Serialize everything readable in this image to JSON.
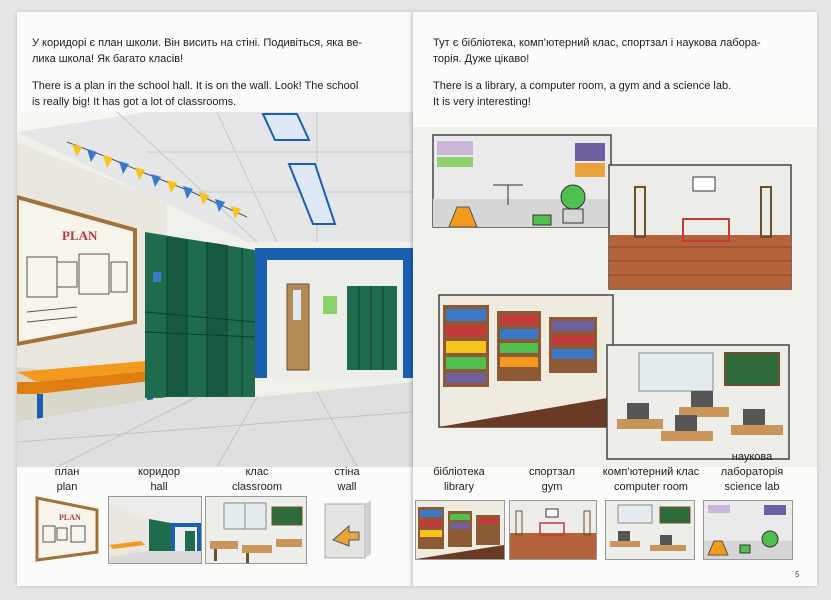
{
  "left_page": {
    "text_uk": [
      "У коридорі є план школи. Він висить на стіні. Подивіться, яка ве-",
      "лика школа! Як багато класів!"
    ],
    "text_en": [
      "There is a plan in the school hall. It is on the wall. Look! The school",
      "is really big! It has got a lot of classrooms."
    ],
    "plan_board_label": "PLAN",
    "vocab": [
      {
        "uk": "план",
        "en": "plan",
        "icon": "plan-board-icon"
      },
      {
        "uk": "коридор",
        "en": "hall",
        "icon": "hallway-icon"
      },
      {
        "uk": "клас",
        "en": "classroom",
        "icon": "classroom-icon"
      },
      {
        "uk": "стіна",
        "en": "wall",
        "icon": "wall-icon"
      }
    ]
  },
  "right_page": {
    "text_uk": [
      "Тут є бібліотека, комп’ютерний клас, спортзал і наукова лабора-",
      "торія. Дуже цікаво!"
    ],
    "text_en": [
      "There is a library, a computer room, a gym and a science lab.",
      "It is very interesting!"
    ],
    "vocab": [
      {
        "uk": "бібліотека",
        "en": "library",
        "icon": "library-icon"
      },
      {
        "uk": "спортзал",
        "en": "gym",
        "icon": "gym-icon"
      },
      {
        "uk": "комп’ютерний клас",
        "en": "computer room",
        "icon": "computer-room-icon"
      },
      {
        "uk_lines": [
          "наукова",
          "лабораторія"
        ],
        "en": "science lab",
        "icon": "science-lab-icon"
      }
    ],
    "page_number": "5"
  },
  "colors": {
    "page": "#fbfbf9",
    "locker_green": "#1e6b4e",
    "door_blue": "#1b5fb3",
    "bench_orange": "#f39a1e",
    "chalkboard": "#2f6b3a"
  }
}
